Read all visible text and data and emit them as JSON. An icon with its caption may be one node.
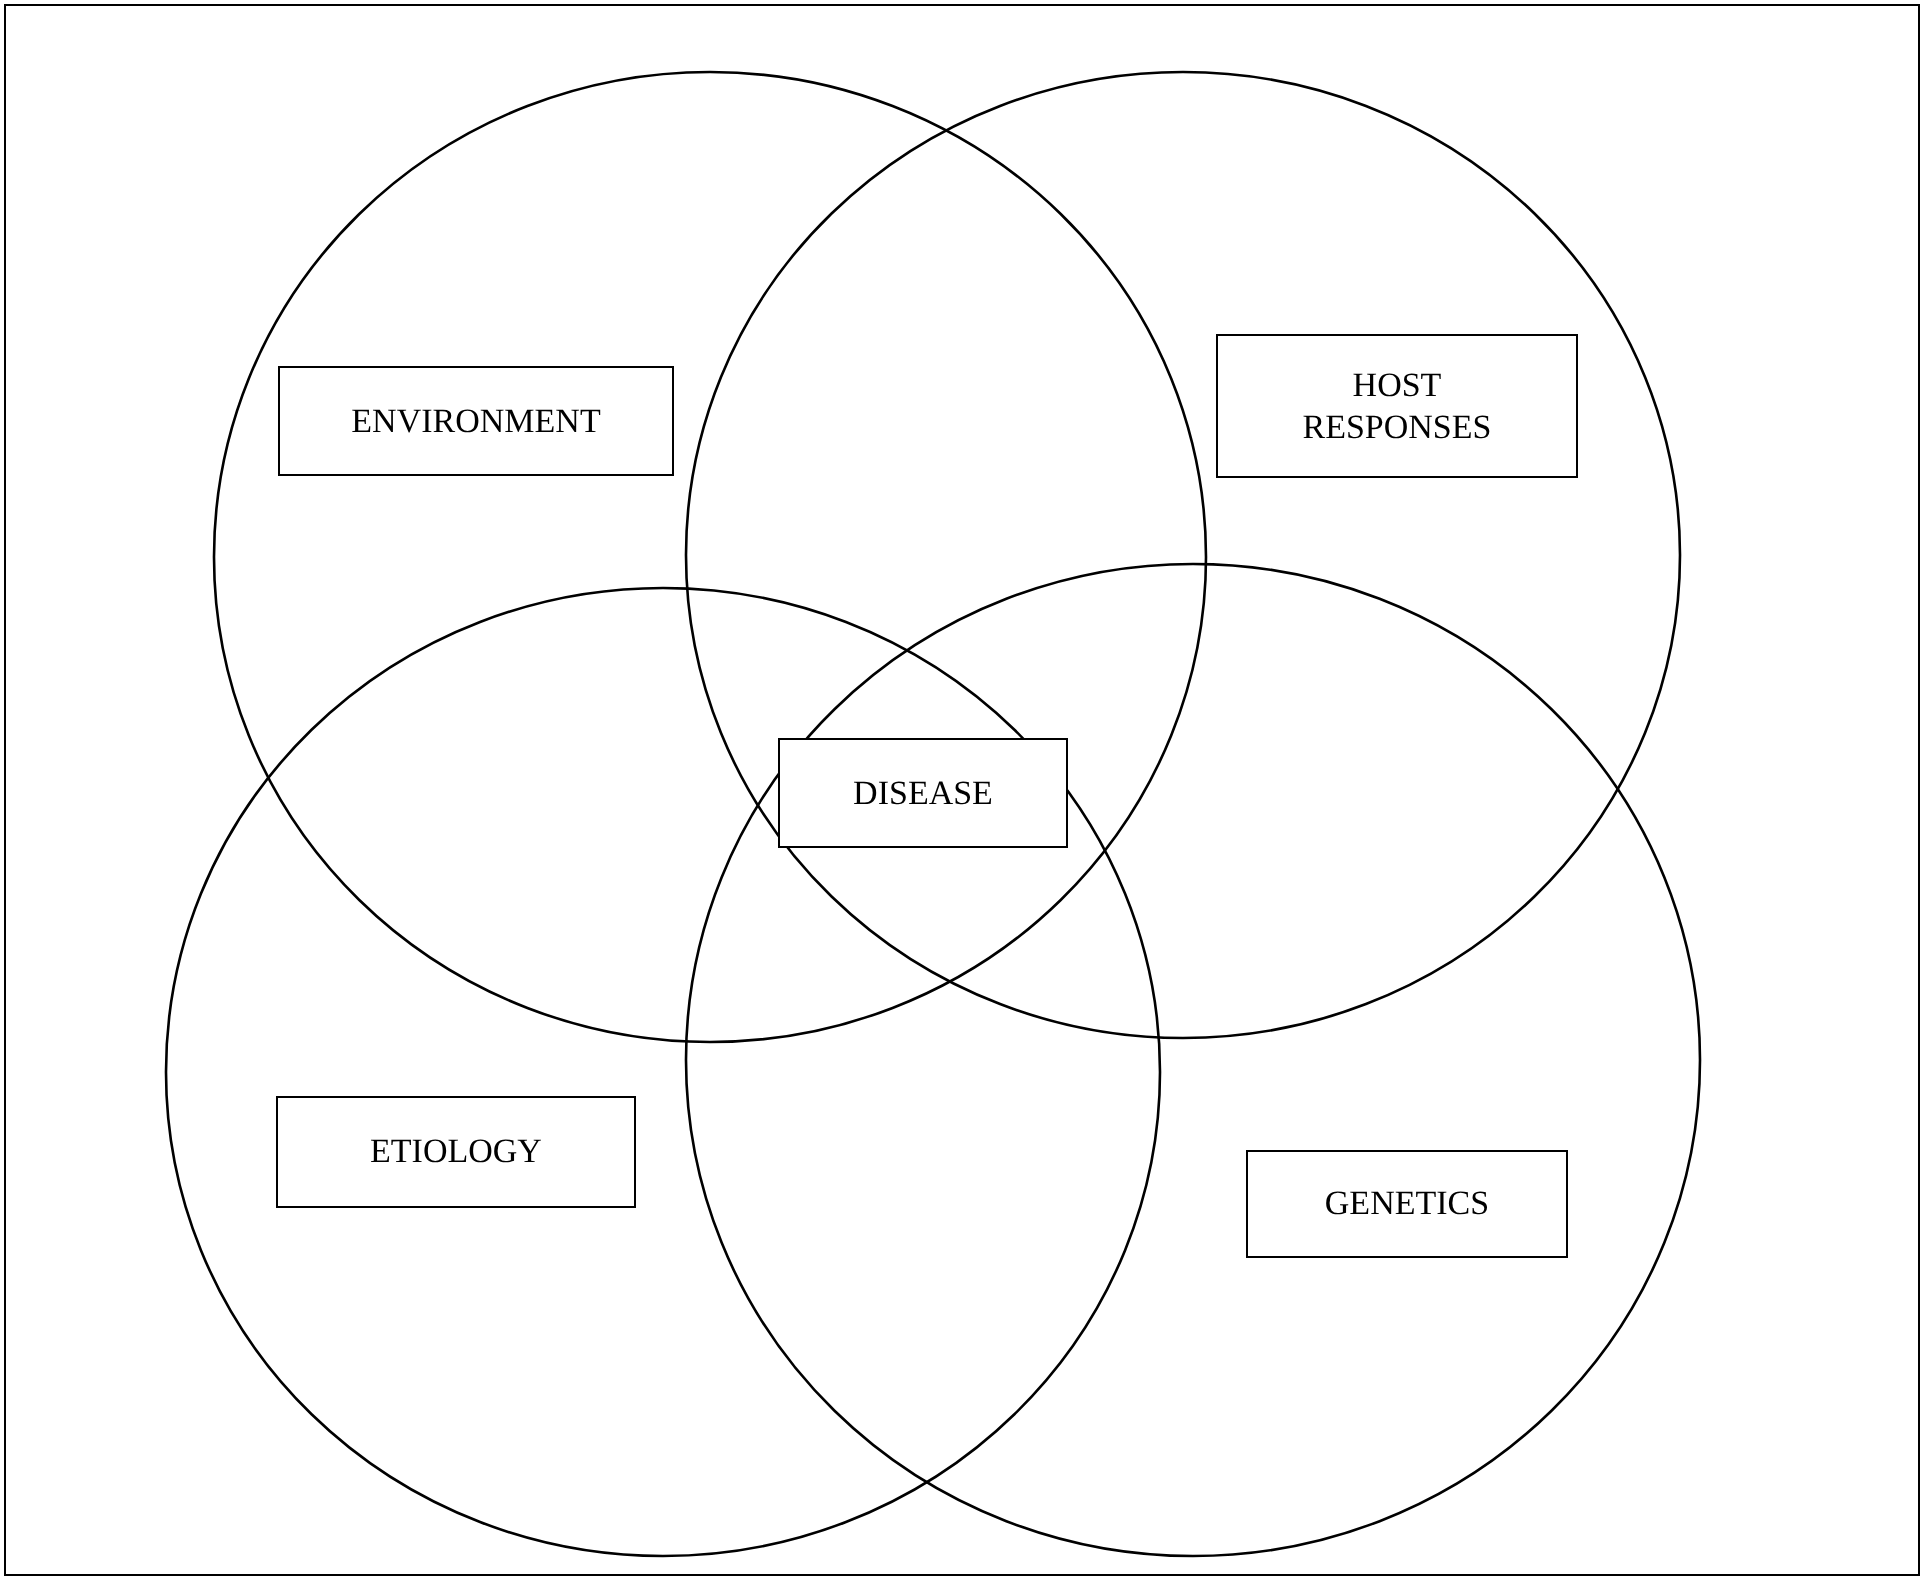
{
  "diagram": {
    "nodes": [
      {
        "text": [],
        "shape": "circle"
      },
      {
        "text": [
          "ENVIRONMENT"
        ],
        "in": 0
      },
      {
        "text": [],
        "shape": "circle"
      },
      {
        "text": [
          "HOST RESPONSES"
        ],
        "in": 2
      },
      {
        "text": [
          "DISEASE"
        ]
      },
      {
        "text": [],
        "shape": "circle"
      },
      {
        "text": [
          "ETIOLOGY"
        ],
        "in": 5
      },
      {
        "text": [],
        "shape": "circle"
      },
      {
        "text": [
          "GENETICS"
        ],
        "in": 7
      }
    ],
    "edges": []
  }
}
